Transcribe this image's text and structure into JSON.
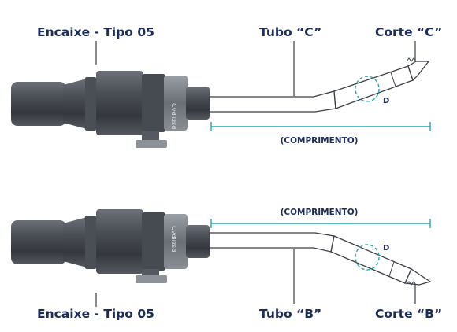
{
  "top": {
    "fitting_label": "Encaixe - Tipo 05",
    "tube_label": "Tubo “C”",
    "cut_label": "Corte “C”",
    "length_label": "(COMPRIMENTO)",
    "diameter_label": "D",
    "body_text": "Cvdlizsd"
  },
  "bottom": {
    "fitting_label": "Encaixe - Tipo 05",
    "tube_label": "Tubo “B”",
    "cut_label": "Corte “B”",
    "length_label": "(COMPRIMENTO)",
    "diameter_label": "D",
    "body_text": "Cvdlizsd"
  },
  "colors": {
    "label": "#1c2d5a",
    "dimension": "#29a3b3",
    "handpiece_dark": "#3e4147",
    "handpiece_mid": "#5a5e66",
    "tube_outline": "#3a3f48"
  }
}
